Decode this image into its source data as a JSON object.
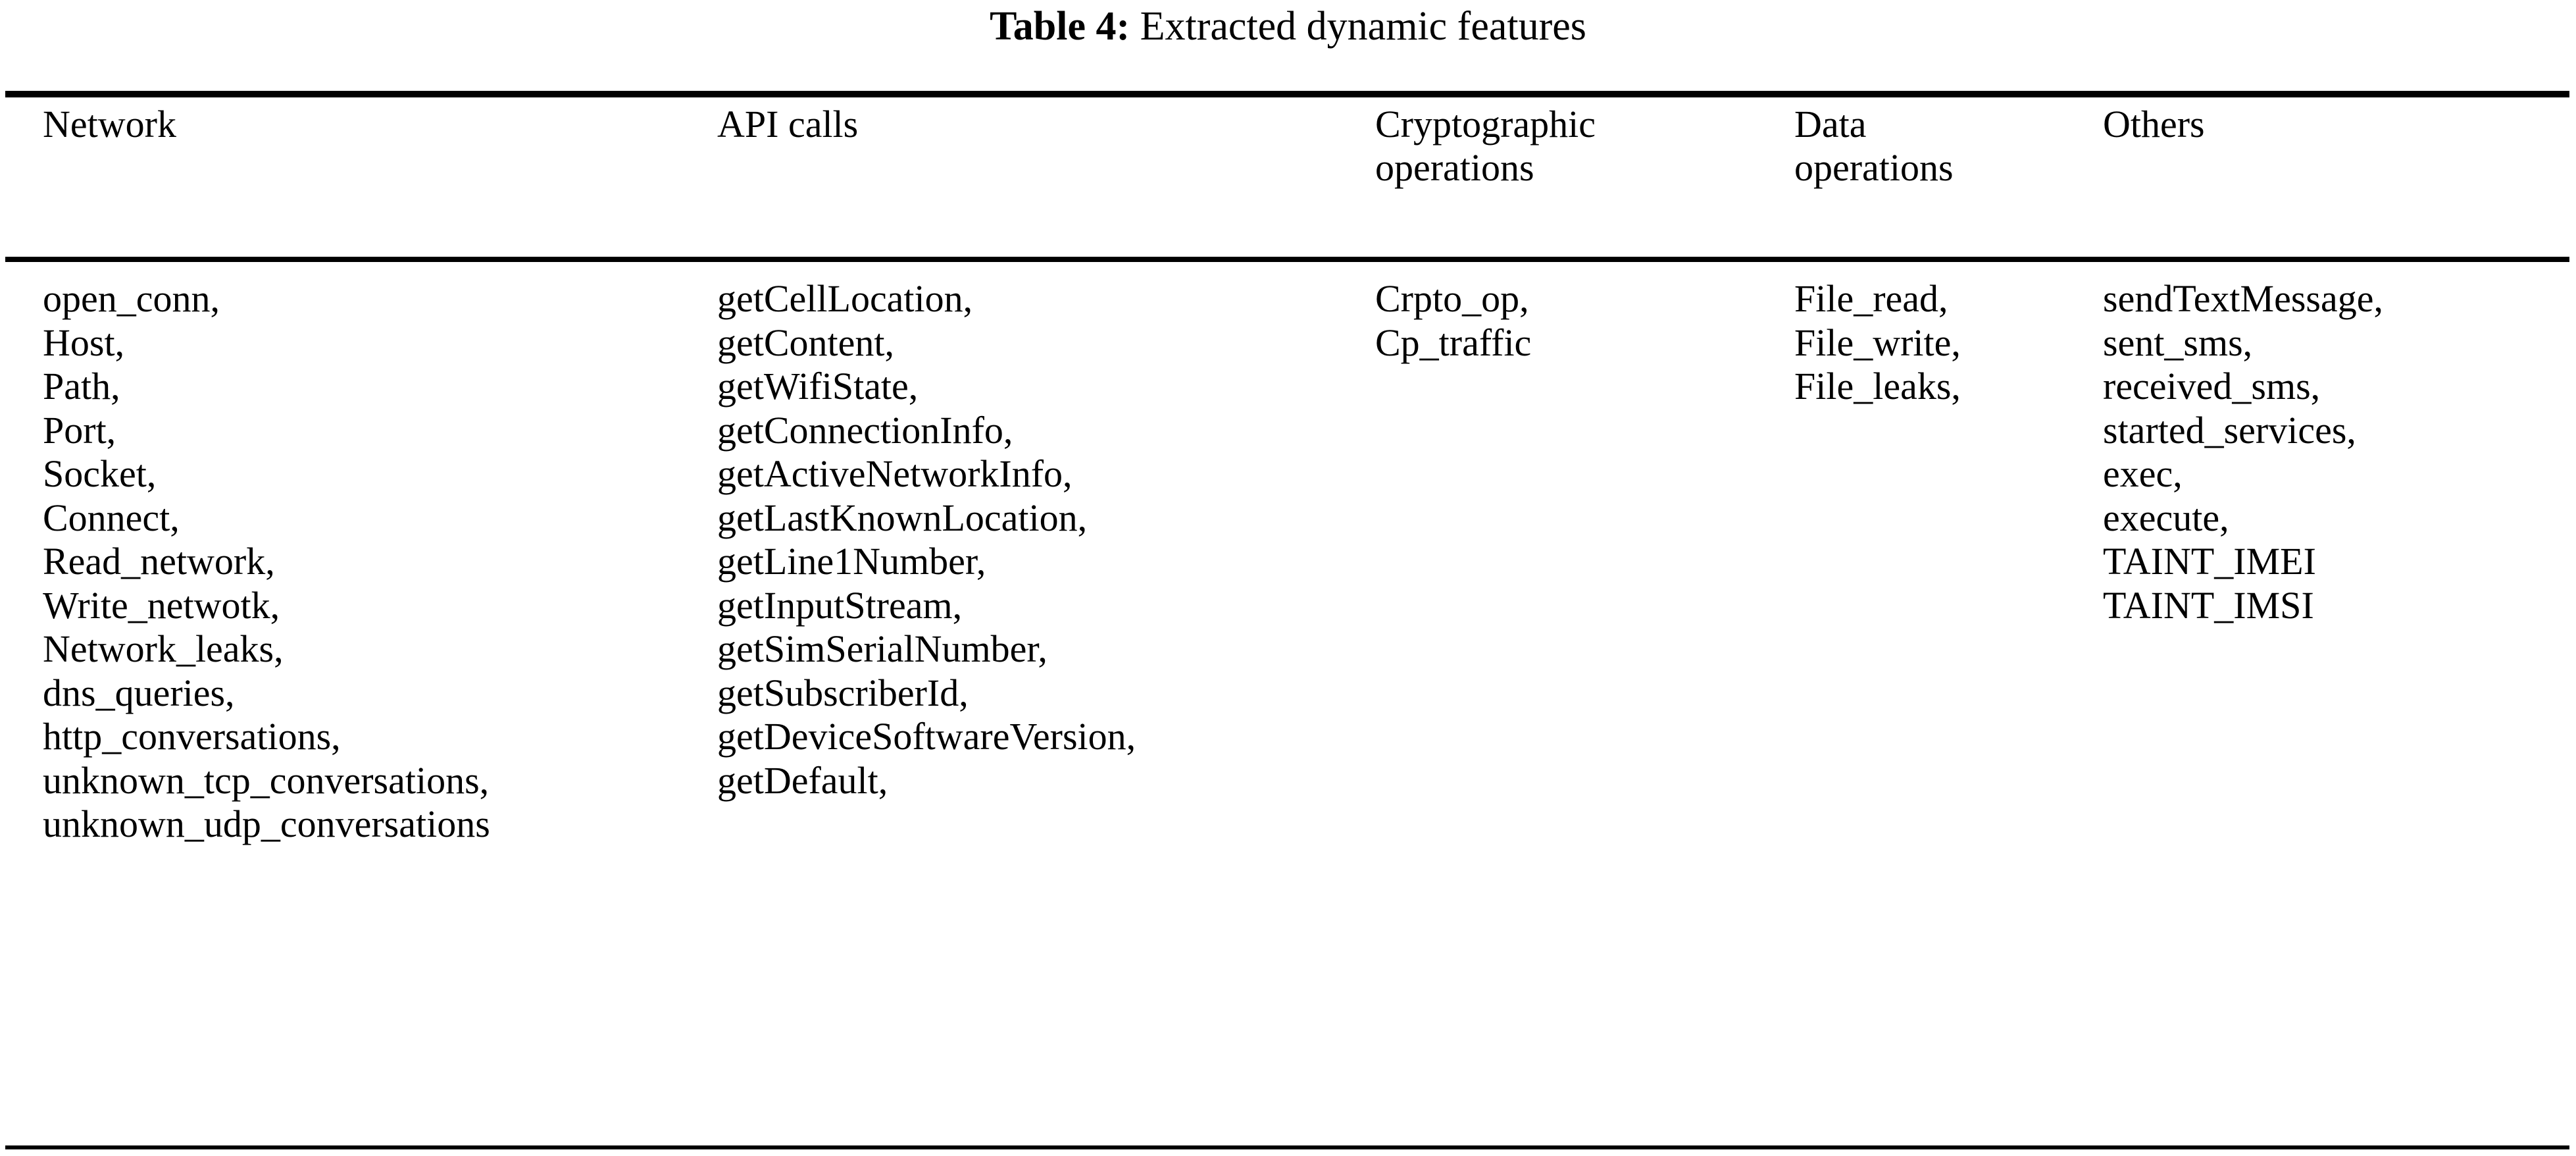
{
  "caption": {
    "label": "Table 4:",
    "text": "Extracted dynamic features"
  },
  "table": {
    "columns": [
      {
        "id": "network",
        "header_lines": [
          "Network",
          ""
        ],
        "items": [
          "open_conn,",
          "Host,",
          "Path,",
          "Port,",
          "Socket,",
          "Connect,",
          "Read_network,",
          "Write_netwotk,",
          "Network_leaks,",
          "dns_queries,",
          "http_conversations,",
          "unknown_tcp_conversations,",
          "unknown_udp_conversations"
        ]
      },
      {
        "id": "api_calls",
        "header_lines": [
          "API calls",
          ""
        ],
        "items": [
          "getCellLocation,",
          "getContent,",
          "getWifiState,",
          "getConnectionInfo,",
          "getActiveNetworkInfo,",
          "getLastKnownLocation,",
          "getLine1Number,",
          "getInputStream,",
          "getSimSerialNumber,",
          "getSubscriberId,",
          "getDeviceSoftwareVersion,",
          "getDefault,"
        ]
      },
      {
        "id": "cryptographic_operations",
        "header_lines": [
          "Cryptographic",
          "operations"
        ],
        "items": [
          "Crpto_op,",
          "Cp_traffic"
        ]
      },
      {
        "id": "data_operations",
        "header_lines": [
          "Data",
          "operations"
        ],
        "items": [
          "File_read,",
          "File_write,",
          "File_leaks,"
        ]
      },
      {
        "id": "others",
        "header_lines": [
          "Others",
          ""
        ],
        "items": [
          "sendTextMessage,",
          "sent_sms,",
          "received_sms,",
          "started_services,",
          "exec,",
          "execute,",
          "TAINT_IMEI",
          "TAINT_IMSI"
        ]
      }
    ]
  },
  "colors": {
    "ink": "#000000",
    "page": "#ffffff"
  }
}
